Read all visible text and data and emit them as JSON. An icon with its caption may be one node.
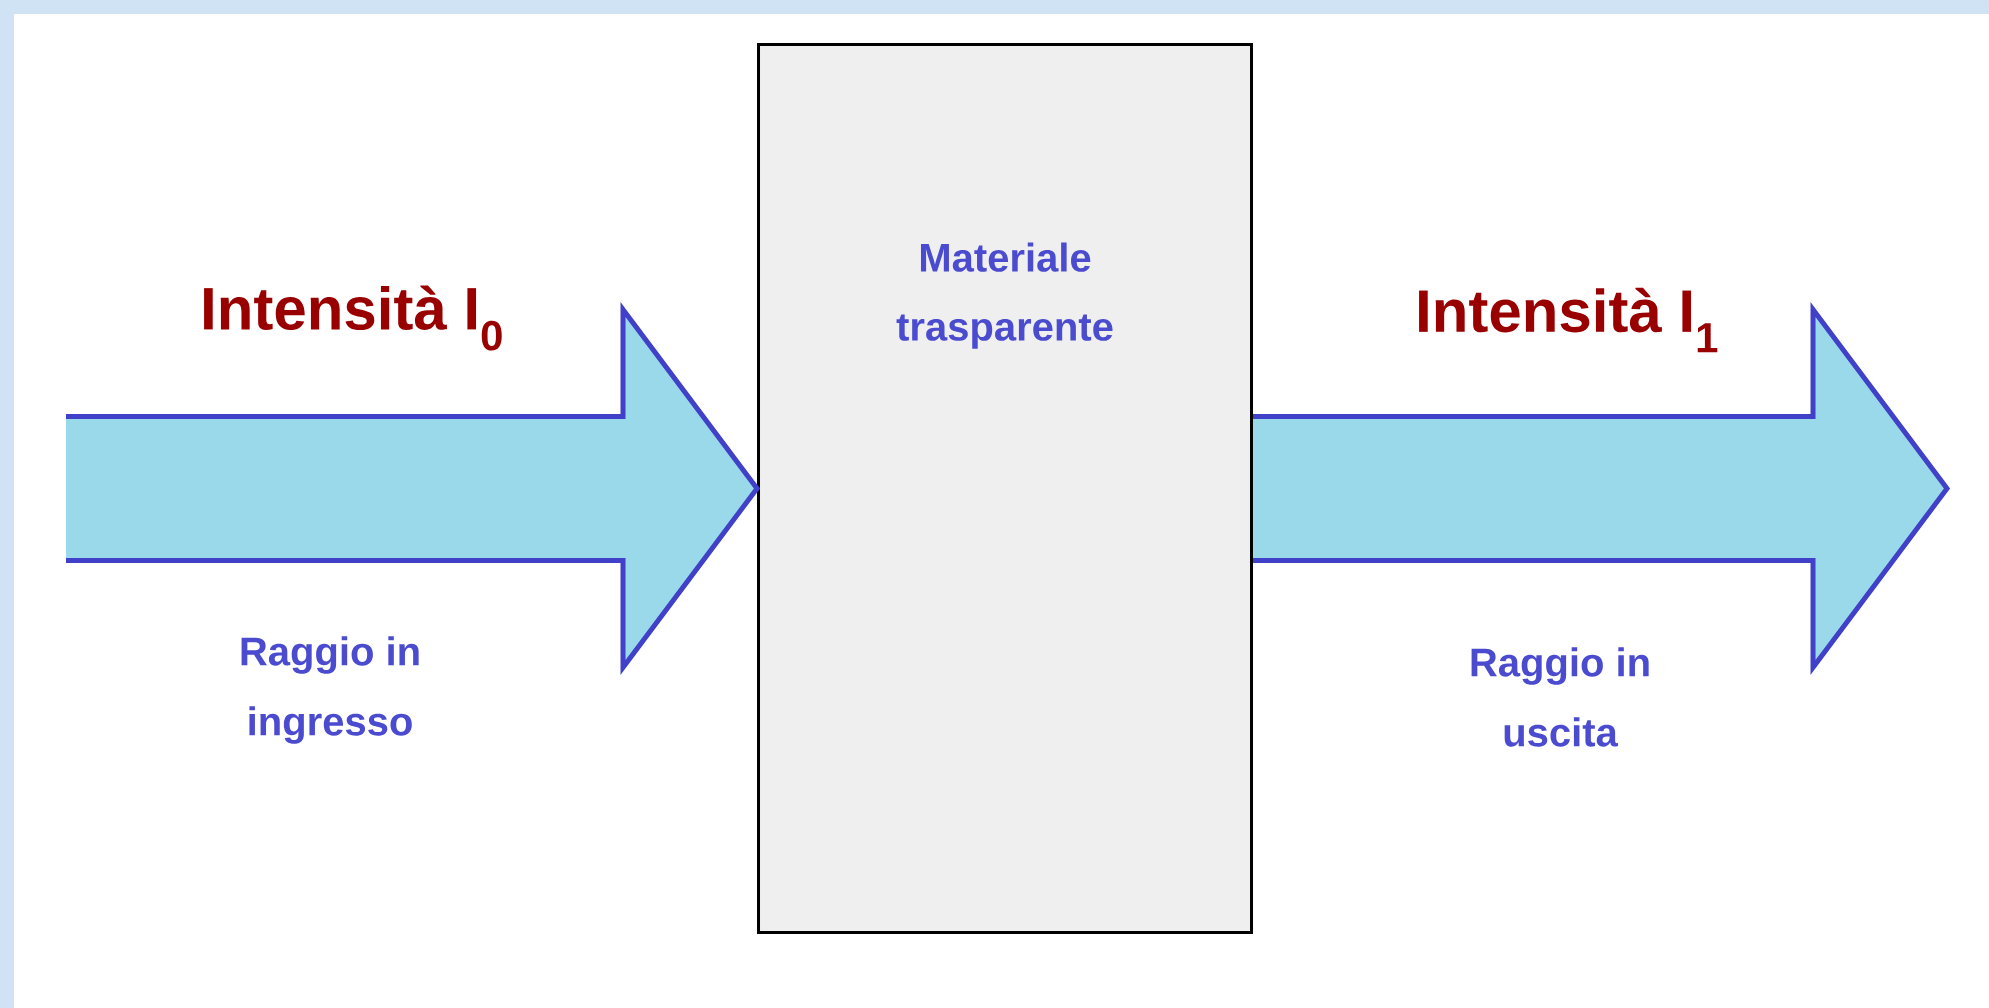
{
  "diagram": {
    "nodes": [
      {
        "text": [
          "Materiale trasparente"
        ]
      }
    ],
    "labels": [
      "Intensità I$_{0}$",
      "Intensità I$_{1}$",
      "Raggio in ingresso",
      "Raggio in uscita"
    ]
  }
}
